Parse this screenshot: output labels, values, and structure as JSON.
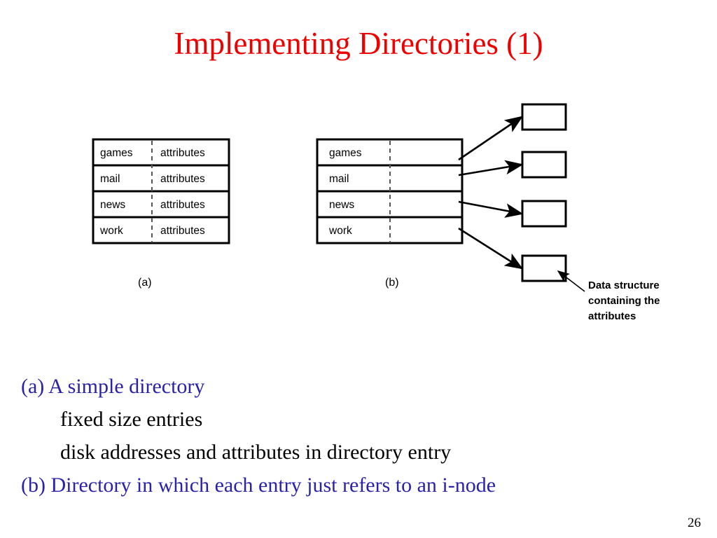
{
  "slide": {
    "title": "Implementing Directories (1)",
    "title_color": "#ee0000",
    "bullet_color": "#2a22a8",
    "sub_color": "#000000",
    "page_number": "26"
  },
  "figure": {
    "table_a": {
      "caption": "(a)",
      "rows": [
        {
          "name": "games",
          "value": "attributes"
        },
        {
          "name": "mail",
          "value": "attributes"
        },
        {
          "name": "news",
          "value": "attributes"
        },
        {
          "name": "work",
          "value": "attributes"
        }
      ]
    },
    "table_b": {
      "caption": "(b)",
      "rows": [
        {
          "name": "games",
          "value": ""
        },
        {
          "name": "mail",
          "value": ""
        },
        {
          "name": "news",
          "value": ""
        },
        {
          "name": "work",
          "value": ""
        }
      ]
    },
    "inode_boxes": [
      {
        "label": ""
      },
      {
        "label": ""
      },
      {
        "label": ""
      },
      {
        "label": ""
      }
    ],
    "annotation": {
      "line1": "Data structure",
      "line2": "containing the",
      "line3": "attributes"
    }
  },
  "bullets": [
    {
      "text": "(a) A simple directory",
      "style": "main"
    },
    {
      "text": "fixed size entries",
      "style": "sub"
    },
    {
      "text": "disk addresses and attributes in directory entry",
      "style": "sub"
    },
    {
      "text": "(b) Directory in which each entry just refers to an i-node",
      "style": "main"
    }
  ]
}
